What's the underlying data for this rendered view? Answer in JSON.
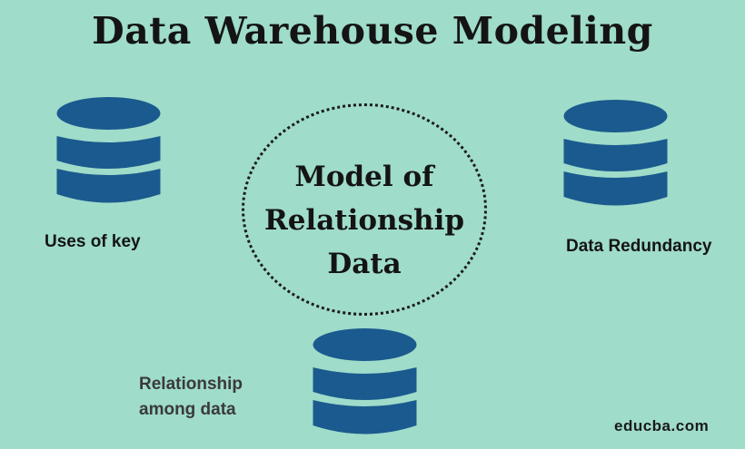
{
  "title": "Data Warehouse Modeling",
  "center": {
    "lines": [
      "Model of",
      "Relationship",
      "Data"
    ]
  },
  "nodes": [
    {
      "id": "uses-of-key",
      "label": "Uses of key",
      "icon": "database-icon"
    },
    {
      "id": "data-redundancy",
      "label": "Data Redundancy",
      "icon": "database-icon"
    },
    {
      "id": "relationship-among-data",
      "label_lines": [
        "Relationship",
        "among data"
      ],
      "icon": "database-icon"
    }
  ],
  "brand": "educba.com",
  "colors": {
    "background": "#9fdcca",
    "database": "#1b5a8e",
    "text_dark": "#141414",
    "label_gray": "#3a3a3a"
  }
}
